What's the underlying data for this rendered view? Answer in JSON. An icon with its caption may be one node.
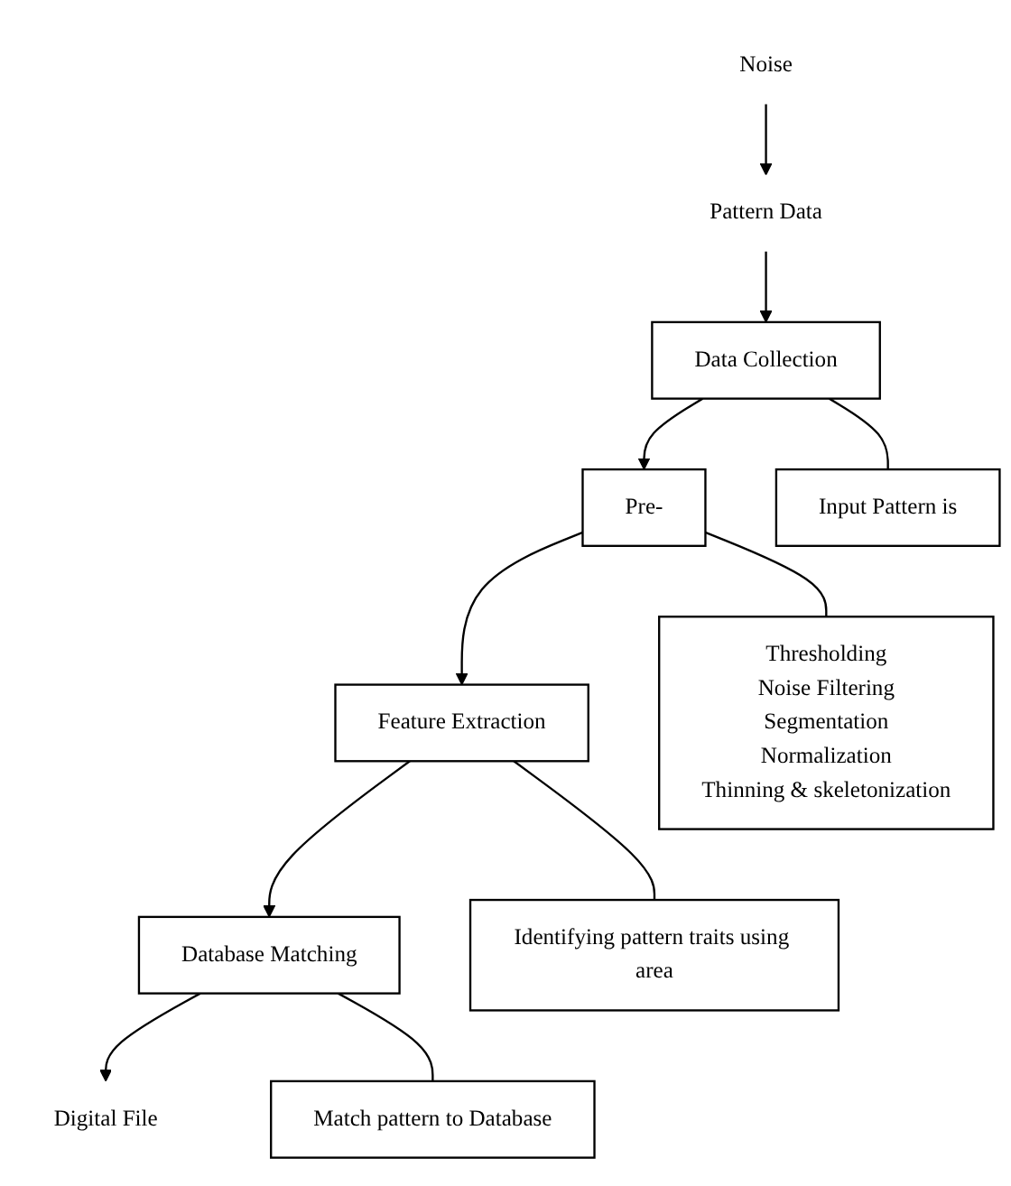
{
  "diagram": {
    "nodes": [
      {
        "text": [
          "Noise"
        ]
      },
      {
        "text": [
          "Pattern Data"
        ]
      },
      {
        "text": [
          "Data Collection"
        ]
      },
      {
        "text": [
          "Pre-"
        ]
      },
      {
        "text": [
          "Feature Extraction"
        ]
      },
      {
        "text": [
          "Database Matching"
        ]
      },
      {
        "text": [
          "Digital File"
        ]
      },
      {
        "text": [
          "Input Pattern is"
        ]
      },
      {
        "text": [
          "Thresholding",
          "Noise Filtering",
          "Segmentation",
          "Normalization",
          "Thinning & skeletonization"
        ]
      },
      {
        "text": [
          "Identifying pattern traits using area"
        ]
      },
      {
        "text": [
          "Match pattern to Database"
        ]
      }
    ],
    "edges": [
      {
        "from": 0,
        "to": 1,
        "arrow": "to"
      },
      {
        "from": 1,
        "to": 2,
        "arrow": "to"
      },
      {
        "from": 2,
        "to": 3,
        "arrow": "to"
      },
      {
        "from": 3,
        "to": 4,
        "arrow": "to"
      },
      {
        "from": 4,
        "to": 5,
        "arrow": "to"
      },
      {
        "from": 5,
        "to": 6,
        "arrow": "to"
      },
      {
        "from": 2,
        "to": 7,
        "arrow": "none"
      },
      {
        "from": 3,
        "to": 8,
        "arrow": "none"
      },
      {
        "from": 4,
        "to": 9,
        "arrow": "none"
      },
      {
        "from": 5,
        "to": 10,
        "arrow": "none"
      }
    ]
  }
}
